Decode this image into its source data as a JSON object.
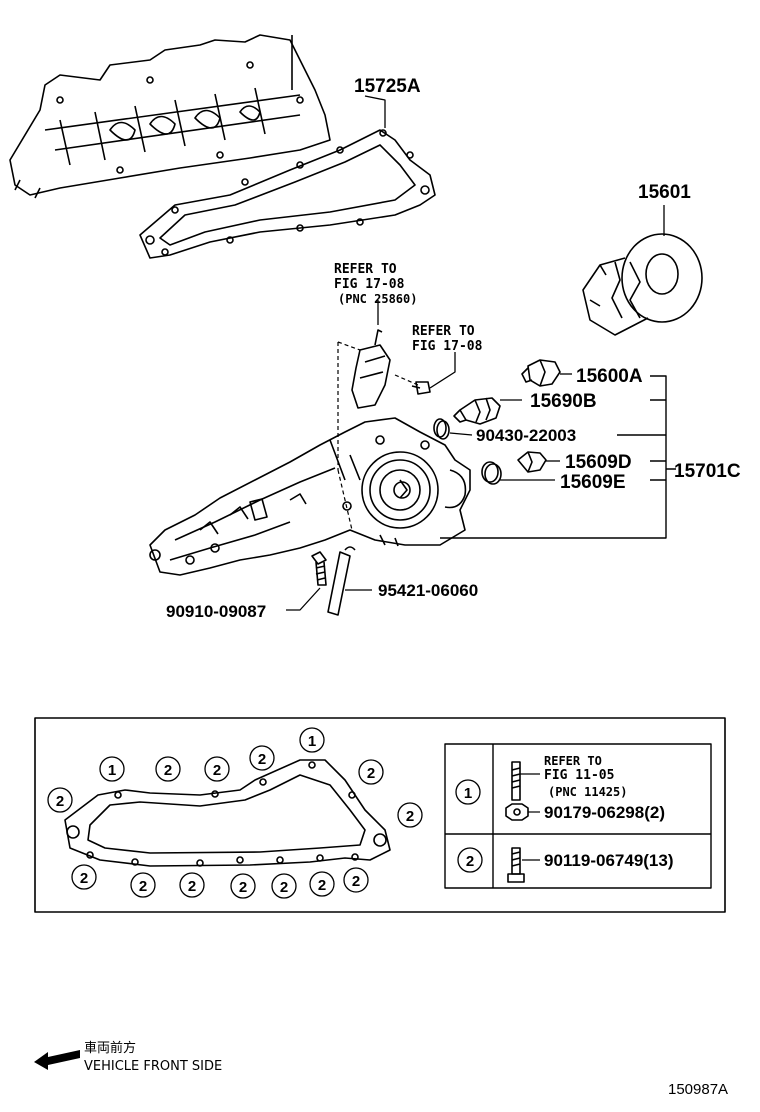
{
  "parts": {
    "gasket": "15725A",
    "oil_filter": "15601",
    "plug_a": "15600A",
    "switch_b": "15690B",
    "gasket_ring": "90430-22003",
    "plug_d": "15609D",
    "ring_e": "15609E",
    "cooler_assy": "15701C",
    "pipe": "95421-06060",
    "bolt": "90910-09087"
  },
  "refs": {
    "ref1_line1": "REFER TO",
    "ref1_line2": "FIG 17-08",
    "ref1_line3": "(PNC 25860)",
    "ref2_line1": "REFER TO",
    "ref2_line2": "FIG 17-08"
  },
  "inset": {
    "markers": [
      "1",
      "2"
    ],
    "row1_ref_line1": "REFER TO",
    "row1_ref_line2": "FIG 11-05",
    "row1_ref_line3": "(PNC 11425)",
    "row1_part": "90179-06298(2)",
    "row2_part": "90119-06749(13)"
  },
  "footer": {
    "jp_label": "車両前方",
    "en_label": "VEHICLE FRONT SIDE",
    "figure_code": "150987A"
  }
}
